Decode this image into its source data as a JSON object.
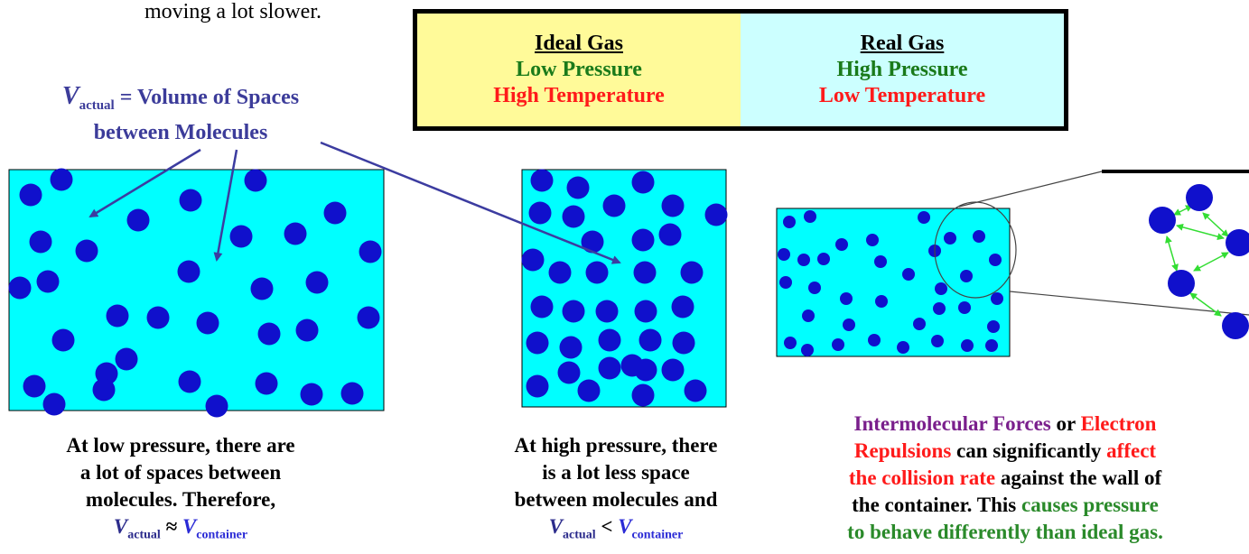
{
  "top_text": "moving a lot slower.",
  "table": {
    "ideal": {
      "title": "Ideal Gas",
      "pressure": "Low Pressure",
      "temperature": "High Temperature"
    },
    "real": {
      "title": "Real Gas",
      "pressure": "High Pressure",
      "temperature": "Low Temperature"
    }
  },
  "vactual_label": {
    "v": "V",
    "sub": "actual",
    "line1_rest": " = Volume of Spaces",
    "line2": "between Molecules"
  },
  "caption_low": {
    "line1": "At low pressure, there are",
    "line2": "a lot of spaces between",
    "line3": "molecules. Therefore,",
    "v1": "V",
    "sub1": "actual",
    "op": " ≈ ",
    "v2": "V",
    "sub2": "container"
  },
  "caption_high": {
    "line1": "At high pressure, there",
    "line2": "is a lot less space",
    "line3": "between molecules and",
    "v1": "V",
    "sub1": "actual",
    "op": " < ",
    "v2": "V",
    "sub2": "container"
  },
  "caption_real": {
    "p1": "Intermolecular Forces",
    "p2": " or ",
    "p3": "Electron",
    "p4": "Repulsions",
    "p5": " can significantly ",
    "p6": "affect",
    "p7": "the collision rate",
    "p8": " against the wall of",
    "p9": "the container. This ",
    "p10": "causes pressure",
    "p11": "to behave differently than ideal gas."
  },
  "colors": {
    "molecule": "#1010cc",
    "box": "#00ffff",
    "arrow": "#3c3ca0",
    "force_arrow": "#33dd33"
  }
}
